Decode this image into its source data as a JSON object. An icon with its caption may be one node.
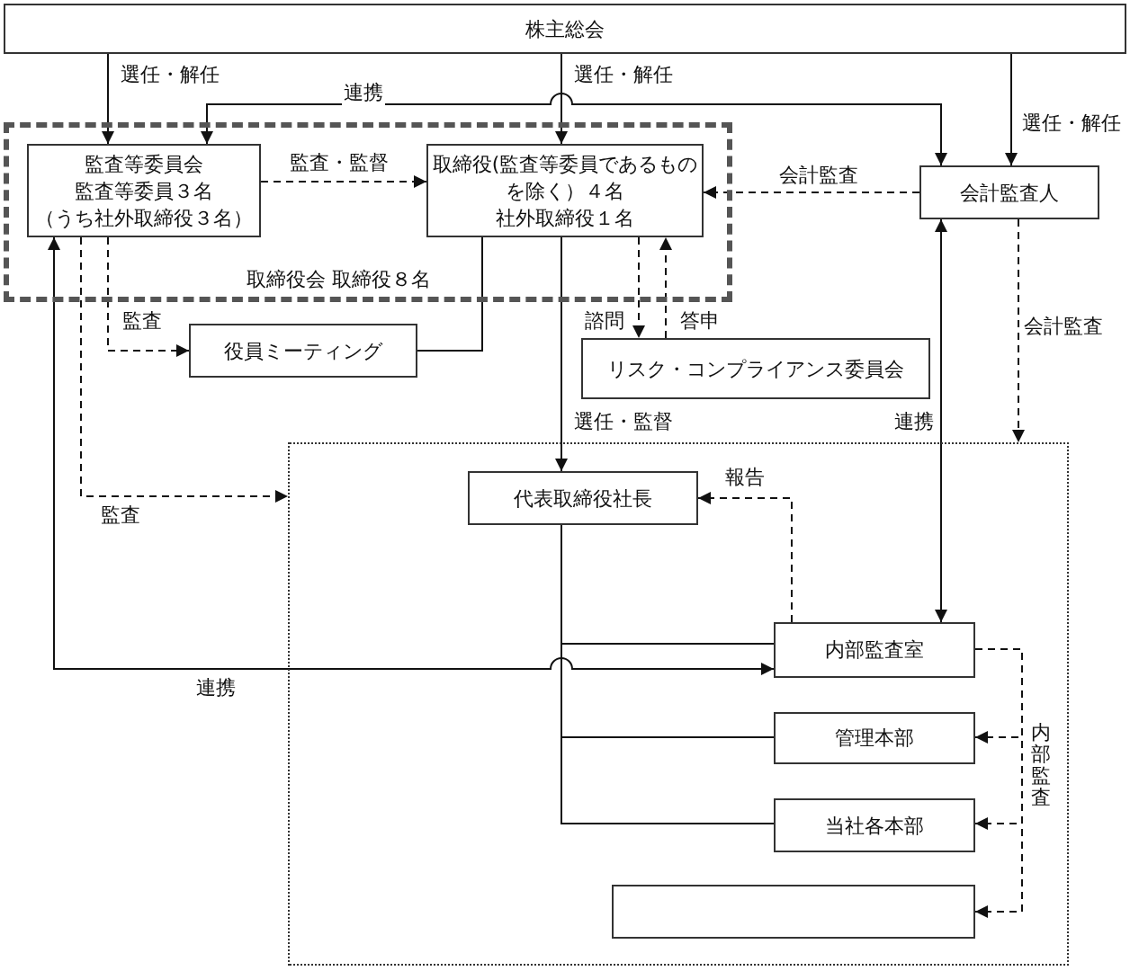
{
  "diagram": {
    "nodes": [
      {
        "text": [
          "株主総会"
        ]
      },
      {
        "text": [
          "取締役会 取締役８名"
        ]
      },
      {
        "text": [
          "監査等委員会",
          "監査等委員３名",
          "（うち社外取締役３名）"
        ],
        "in": 1
      },
      {
        "text": [
          "取締役(監査等委員であるものを除く）４名",
          "社外取締役１名"
        ],
        "in": 1
      },
      {
        "text": [
          "会計監査人"
        ]
      },
      {
        "text": [
          "役員ミーティング"
        ]
      },
      {
        "text": [
          "リスク・コンプライアンス委員会"
        ]
      },
      {
        "text": [],
        "shape": "box"
      },
      {
        "text": [
          "代表取締役社長"
        ],
        "in": 7
      },
      {
        "text": [
          "内部監査室"
        ],
        "in": 7
      },
      {
        "text": [
          "管理本部"
        ],
        "in": 7
      },
      {
        "text": [
          "当社各本部"
        ],
        "in": 7
      },
      {
        "text": [],
        "shape": "box",
        "in": 7
      }
    ],
    "edges": [
      {
        "from": 0,
        "to": 2,
        "arrow": "to",
        "label": "選任・解任"
      },
      {
        "from": 0,
        "to": 3,
        "arrow": "to",
        "label": "選任・解任"
      },
      {
        "from": 0,
        "to": 4,
        "arrow": "to",
        "label": "選任・解任"
      },
      {
        "from": 2,
        "to": 4,
        "arrow": "both",
        "label": "連携"
      },
      {
        "from": 2,
        "to": 3,
        "arrow": "to",
        "label": "監査・監督",
        "style": "dashed"
      },
      {
        "from": 4,
        "to": 3,
        "arrow": "to",
        "label": "会計監査",
        "style": "dashed"
      },
      {
        "from": 2,
        "to": 5,
        "arrow": "to",
        "label": "監査",
        "style": "dashed"
      },
      {
        "from": 5,
        "to": 3,
        "arrow": "none"
      },
      {
        "from": 3,
        "to": 6,
        "arrow": "to",
        "label": "諮問",
        "style": "dashed"
      },
      {
        "from": 6,
        "to": 3,
        "arrow": "to",
        "label": "答申",
        "style": "dashed"
      },
      {
        "from": 3,
        "to": 8,
        "arrow": "to",
        "label": "選任・監督"
      },
      {
        "from": 2,
        "to": 7,
        "arrow": "to",
        "label": "監査",
        "style": "dashed"
      },
      {
        "from": 4,
        "to": 7,
        "arrow": "to",
        "label": "会計監査",
        "style": "dashed"
      },
      {
        "from": 4,
        "to": 9,
        "arrow": "both",
        "label": "連携"
      },
      {
        "from": 2,
        "to": 9,
        "arrow": "both",
        "label": "連携"
      },
      {
        "from": 9,
        "to": 8,
        "arrow": "to",
        "label": "報告",
        "style": "dashed"
      },
      {
        "from": 8,
        "to": 9,
        "arrow": "none"
      },
      {
        "from": 8,
        "to": 10,
        "arrow": "none"
      },
      {
        "from": 8,
        "to": 11,
        "arrow": "none"
      },
      {
        "from": 9,
        "to": 10,
        "arrow": "to",
        "style": "dashed"
      },
      {
        "from": 9,
        "to": 11,
        "arrow": "to",
        "style": "dashed"
      },
      {
        "from": 9,
        "to": 12,
        "arrow": "to",
        "style": "dashed"
      }
    ],
    "labels": [
      "内部監査"
    ]
  }
}
